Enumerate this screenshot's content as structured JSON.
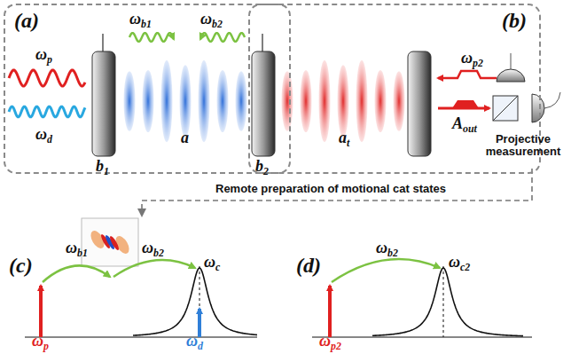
{
  "diagram": {
    "nodes": [
      {
        "text": [
          "(a)"
        ]
      },
      {
        "text": [
          "(b)"
        ]
      }
    ],
    "labels": [
      "ωp",
      "ωd",
      "b1",
      "ωb1",
      "a",
      "ωb2",
      "b2",
      "at",
      "ωp2",
      "Aout",
      "Projective measurement",
      "Remote preparation of motional cat states",
      "(c)",
      "ωb1",
      "ωb2",
      "ωc",
      "ωp",
      "ωd",
      "(d)",
      "ωb2",
      "ωc2",
      "ωp2"
    ]
  }
}
